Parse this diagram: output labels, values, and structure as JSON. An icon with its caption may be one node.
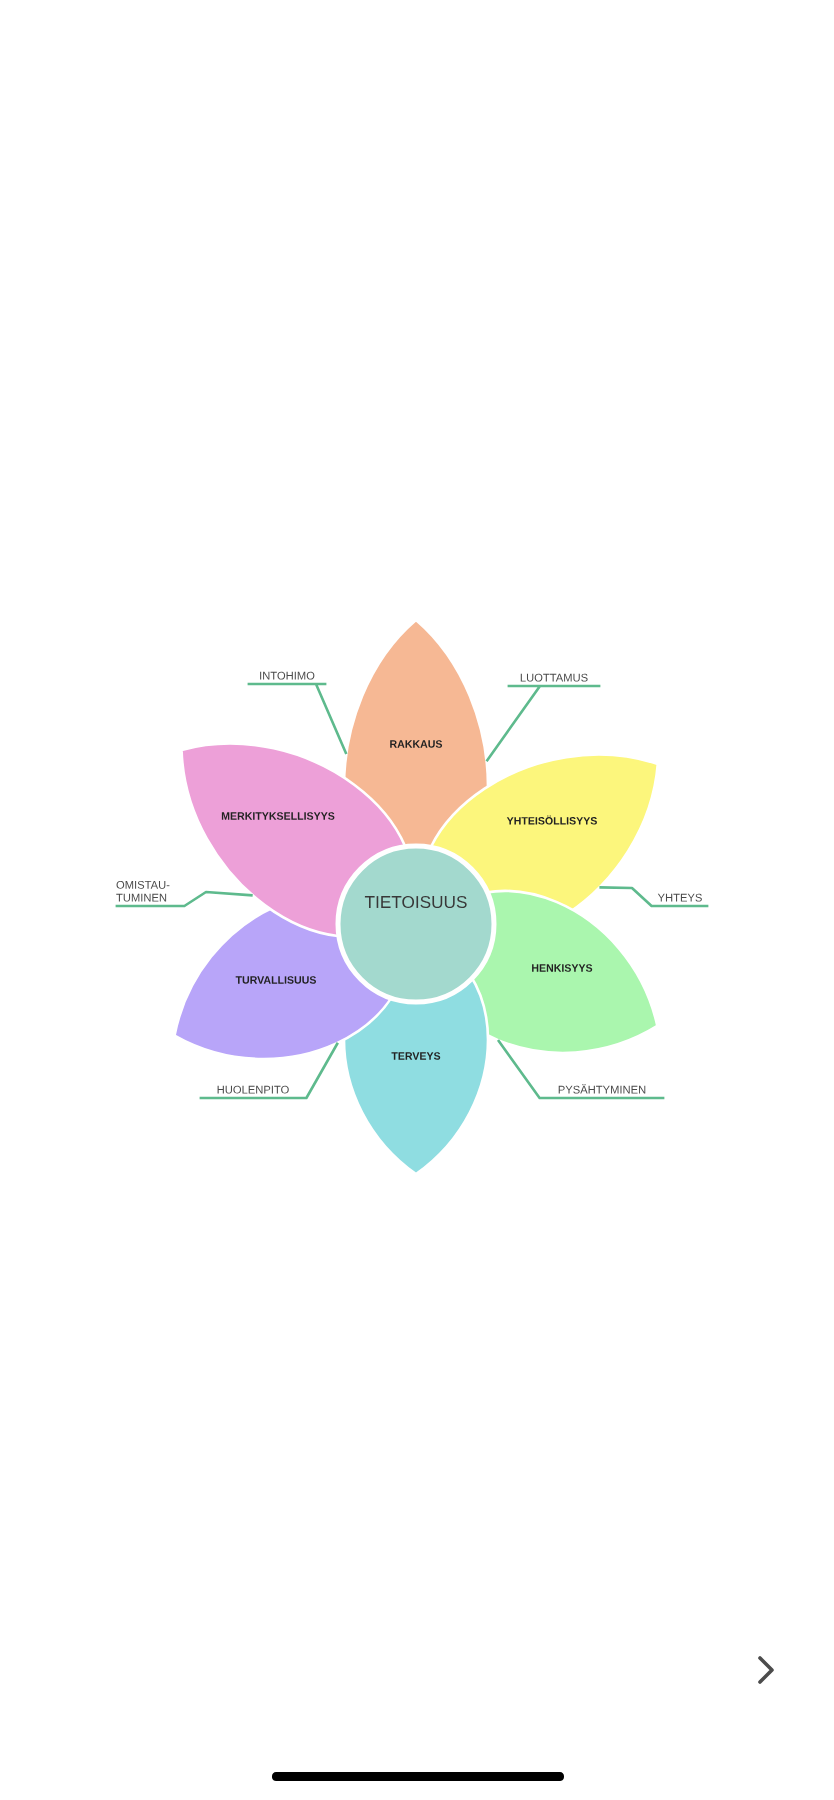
{
  "diagram": {
    "nodes": [
      {
        "text": [
          "INTOHIMO"
        ]
      },
      {
        "text": [
          "LUOTTAMUS"
        ]
      },
      {
        "text": [
          "RAKKAUS"
        ]
      },
      {
        "text": [
          "MERKITYKSELLISYYS"
        ]
      },
      {
        "text": [
          "YHTEISÖLLISYYS"
        ]
      },
      {
        "text": [
          "TIETOISUUS"
        ]
      },
      {
        "text": [
          "OMISTAU- TUMINEN"
        ]
      },
      {
        "text": [
          "YHTEYS"
        ]
      },
      {
        "text": [
          "TURVALLISUUS"
        ]
      },
      {
        "text": [
          "HENKISYYS"
        ]
      },
      {
        "text": [
          "TERVEYS"
        ]
      },
      {
        "text": [
          "HUOLENPITO"
        ]
      },
      {
        "text": [
          "PYSÄHTYMINEN"
        ]
      }
    ],
    "edges": [
      {
        "from": 0,
        "to": 2,
        "arrow": "none"
      },
      {
        "from": 1,
        "to": 2,
        "arrow": "none"
      },
      {
        "from": 6,
        "to": 3,
        "arrow": "none"
      },
      {
        "from": 7,
        "to": 4,
        "arrow": "none"
      },
      {
        "from": 11,
        "to": 8,
        "arrow": "none"
      },
      {
        "from": 12,
        "to": 9,
        "arrow": "none"
      }
    ]
  }
}
